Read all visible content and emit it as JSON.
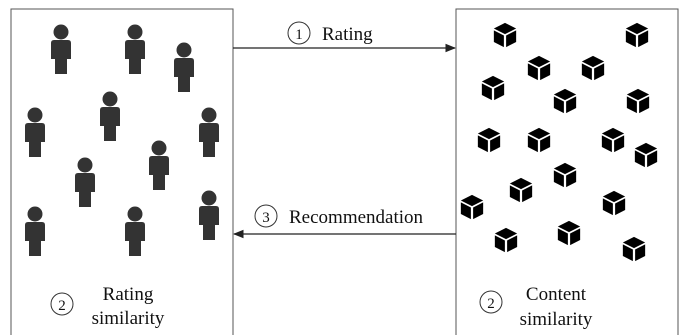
{
  "diagram": {
    "flow_rating": {
      "step": "1",
      "label": "Rating"
    },
    "flow_recommendation": {
      "step": "3",
      "label": "Recommendation"
    },
    "left_panel": {
      "step": "2",
      "line1": "Rating",
      "line2": "similarity",
      "icon": "user-icon"
    },
    "right_panel": {
      "step": "2",
      "line1": "Content",
      "line2": "similarity",
      "icon": "cube-icon"
    }
  },
  "colors": {
    "user": "#333333",
    "cube": "#000000",
    "stroke": "#555555",
    "arrow": "#222222"
  }
}
